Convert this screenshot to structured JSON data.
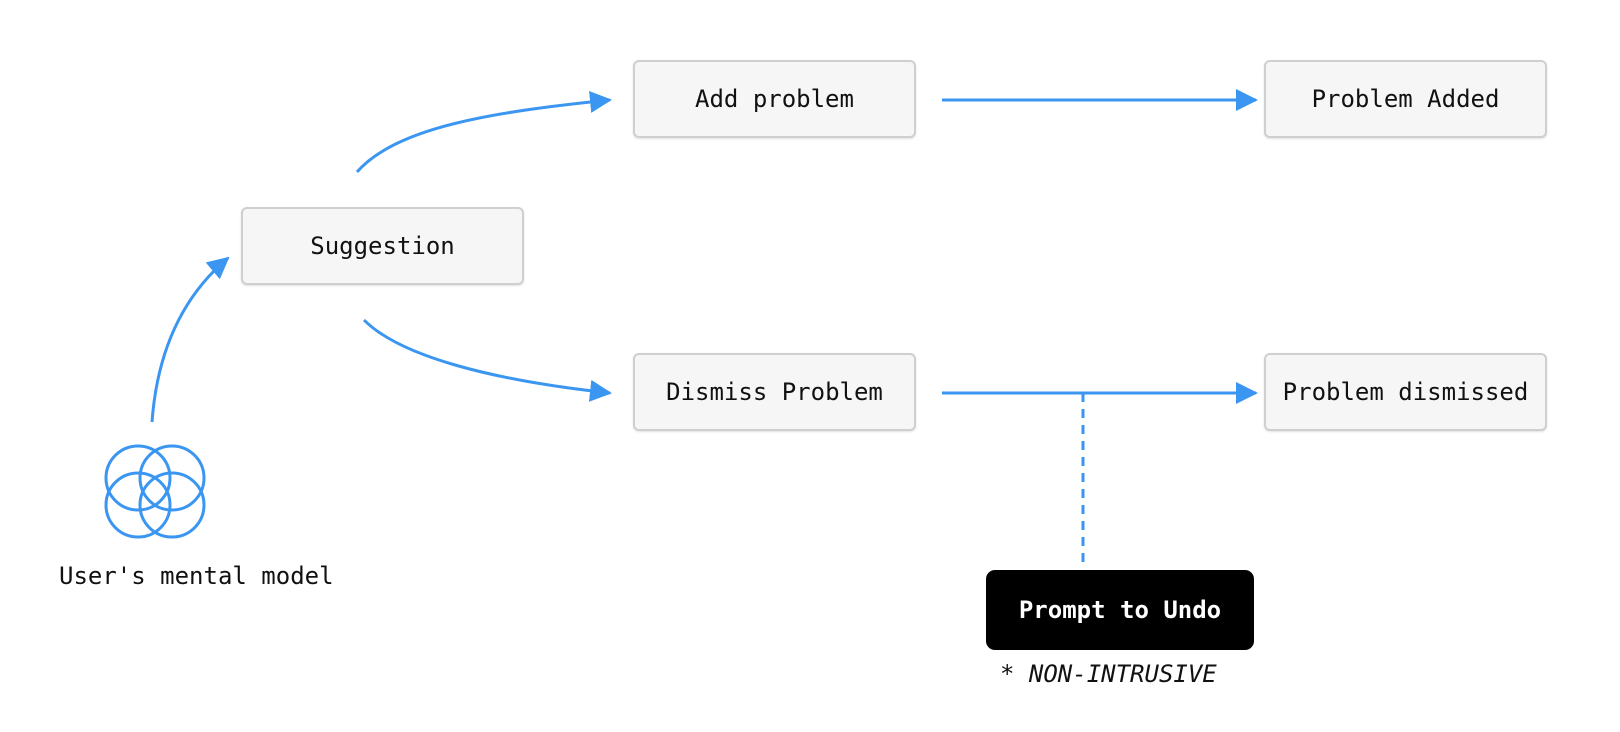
{
  "nodes": {
    "suggestion": "Suggestion",
    "add_problem": "Add problem",
    "dismiss_problem": "Dismiss Problem",
    "problem_added": "Problem Added",
    "problem_dismissed": "Problem dismissed",
    "prompt_to_undo": "Prompt to Undo"
  },
  "labels": {
    "mental_model": "User's mental model",
    "non_intrusive_note": "* NON-INTRUSIVE"
  },
  "icons": {
    "mental_model": "overlapping-circles-icon"
  },
  "colors": {
    "accent": "#3a96f0",
    "node_fill": "#f6f6f6",
    "node_border": "#cfcfcf",
    "dark_node_fill": "#000000",
    "text": "#111111"
  }
}
